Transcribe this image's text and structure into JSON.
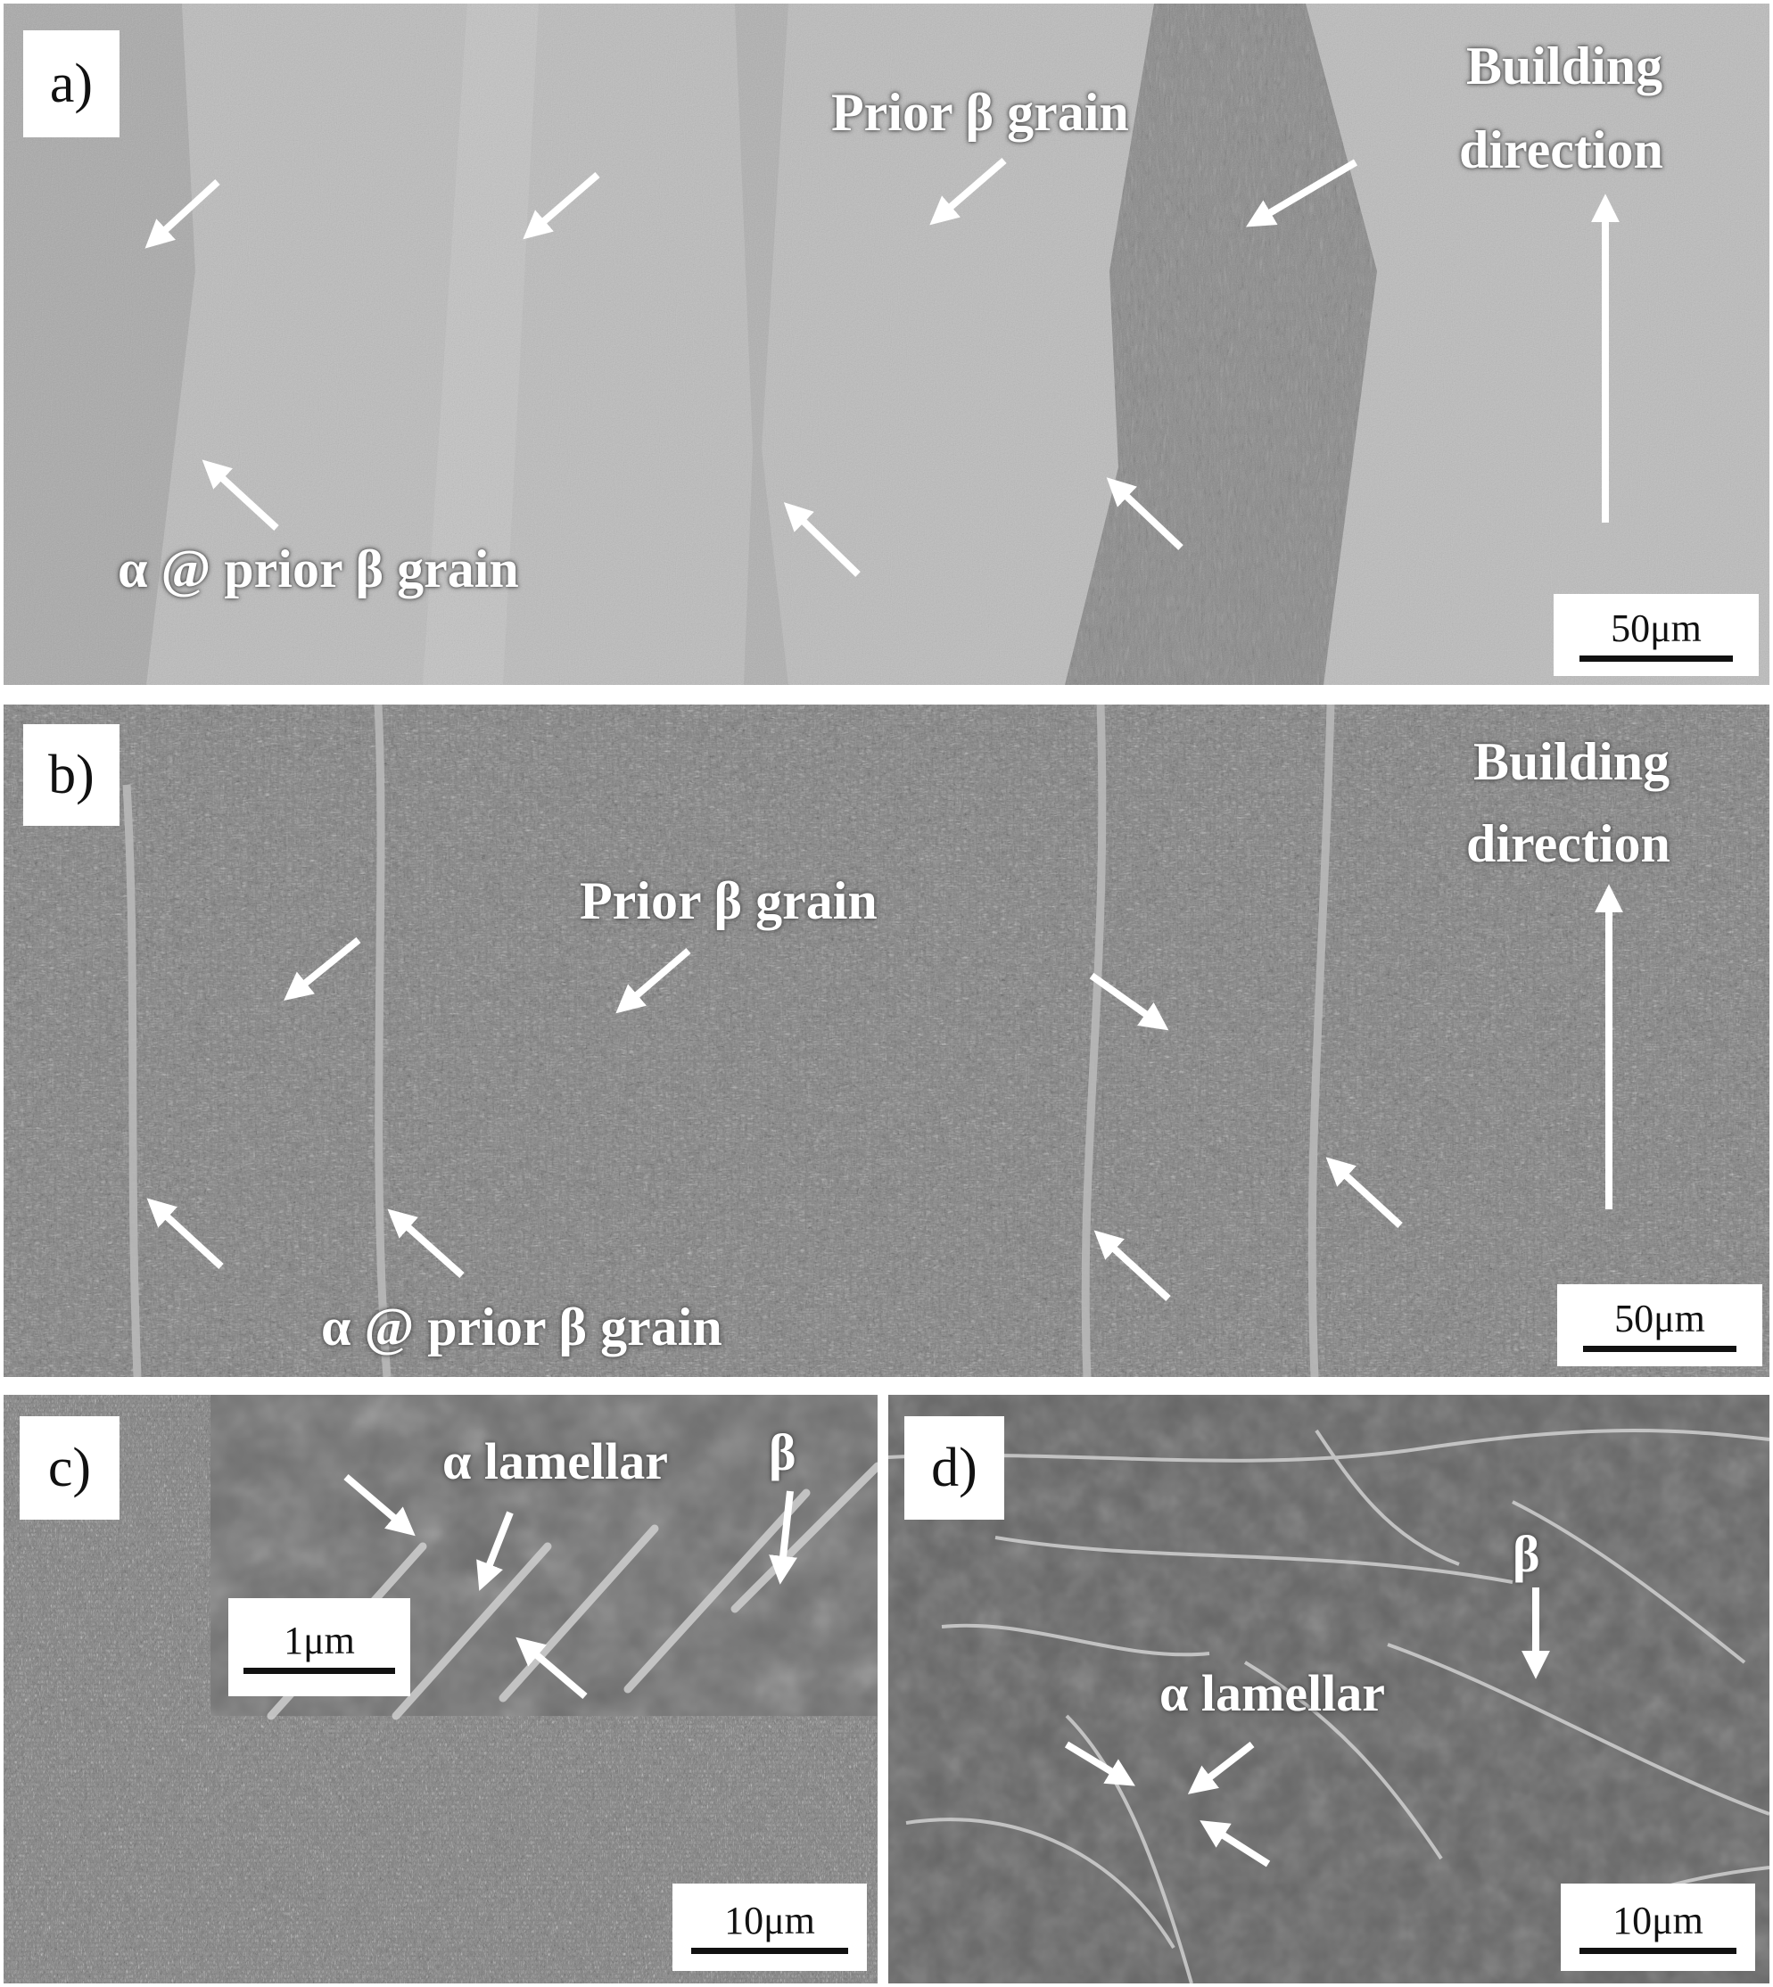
{
  "panels": {
    "a": {
      "label": "a)",
      "prior_beta": "Prior β grain",
      "alpha_at_prior_beta": "α @ prior β grain",
      "building_direction_line1": "Building",
      "building_direction_line2": "direction",
      "scale": "50μm"
    },
    "b": {
      "label": "b)",
      "prior_beta": "Prior β grain",
      "alpha_at_prior_beta": "α @ prior β grain",
      "building_direction_line1": "Building",
      "building_direction_line2": "direction",
      "scale": "50μm"
    },
    "c": {
      "label": "c)",
      "alpha_lamellar": "α lamellar",
      "beta": "β",
      "inset_scale": "1μm",
      "scale": "10μm"
    },
    "d": {
      "label": "d)",
      "alpha_lamellar": "α lamellar",
      "beta": "β",
      "scale": "10μm"
    }
  },
  "colors": {
    "panel_a_bg": "#b9b9b9",
    "panel_b_bg": "#8e8e8e",
    "panel_c_bg": "#8a8a8a",
    "panel_d_bg": "#6a6a6a",
    "annotation": "#ffffff"
  }
}
